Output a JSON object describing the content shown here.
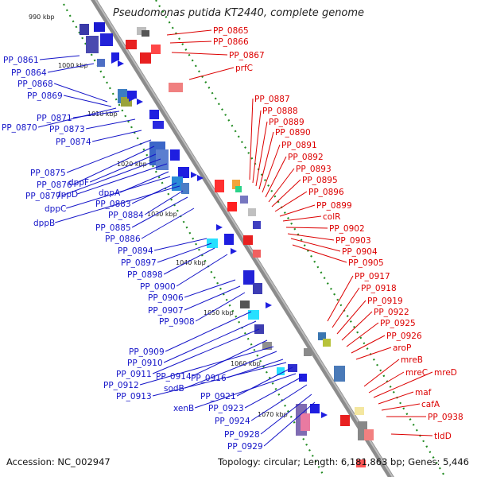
{
  "title": "Pseudomonas putida KT2440, complete genome",
  "footer": {
    "accession_label": "Accession:",
    "accession": "NC_002947",
    "topology_label": "Topology:",
    "topology": "circular",
    "length_label": "Length:",
    "length": "6,181,863 bp",
    "genes_label": "Genes:",
    "genes": "5,446"
  },
  "colors": {
    "left_labels": "#1414c8",
    "right_labels": "#dc0000",
    "backbone": "#8c8c8c",
    "tick_dots": "#228b22"
  },
  "kbp_ticks": [
    "990 kbp",
    "1000 kbp",
    "1010 kbp",
    "1020 kbp",
    "1030 kbp",
    "1040 kbp",
    "1050 kbp",
    "1060 kbp",
    "1070 kbp"
  ],
  "left_genes": [
    "PP_0861",
    "PP_0864",
    "PP_0868",
    "PP_0869",
    "PP_0870",
    "PP_0871",
    "PP_0873",
    "PP_0874",
    "PP_0875",
    "PP_0876",
    "dppF",
    "PP_0877",
    "dppD",
    "dppA",
    "dppC",
    "PP_0883",
    "dppB",
    "PP_0884",
    "PP_0885",
    "PP_0886",
    "PP_0894",
    "PP_0897",
    "PP_0898",
    "PP_0900",
    "PP_0906",
    "PP_0907",
    "PP_0908",
    "PP_0909",
    "PP_0910",
    "PP_0911",
    "PP_0914",
    "PP_0912",
    "sodB",
    "PP_0916",
    "PP_0913",
    "PP_0921",
    "xenB",
    "PP_0923",
    "PP_0924",
    "PP_0928",
    "PP_0929"
  ],
  "right_genes": [
    "PP_0865",
    "PP_0866",
    "PP_0867",
    "prfC",
    "PP_0887",
    "PP_0888",
    "PP_0889",
    "PP_0890",
    "PP_0891",
    "PP_0892",
    "PP_0893",
    "PP_0895",
    "PP_0896",
    "PP_0899",
    "colR",
    "PP_0902",
    "PP_0903",
    "PP_0904",
    "PP_0905",
    "PP_0917",
    "PP_0918",
    "PP_0919",
    "PP_0922",
    "PP_0925",
    "PP_0926",
    "aroP",
    "mreB",
    "mreC",
    "mreD",
    "maf",
    "cafA",
    "PP_0938",
    "tldD"
  ]
}
